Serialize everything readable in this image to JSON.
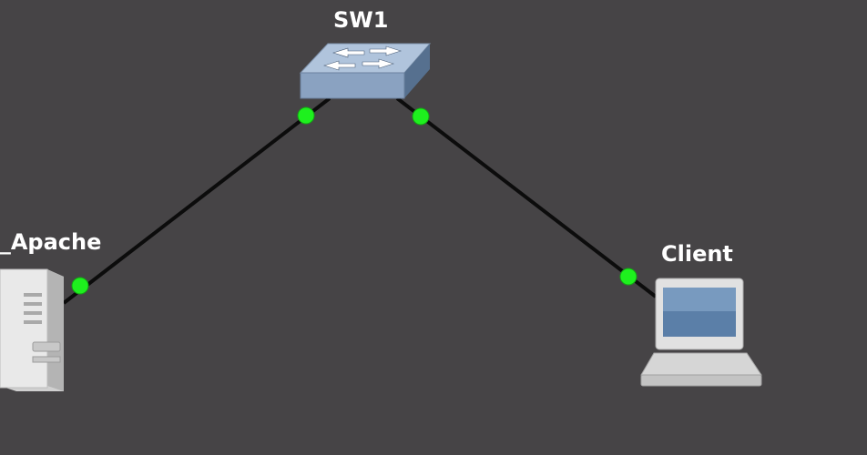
{
  "topology": {
    "nodes": [
      {
        "id": "sw1",
        "label": "SW1",
        "device": "ethernet-switch-icon"
      },
      {
        "id": "server",
        "label": "r_Apache",
        "device": "server-tower-icon"
      },
      {
        "id": "client",
        "label": "Client",
        "device": "laptop-computer-icon"
      }
    ],
    "links": [
      {
        "from": "sw1",
        "to": "server",
        "status": "up"
      },
      {
        "from": "sw1",
        "to": "client",
        "status": "up"
      }
    ]
  },
  "colors": {
    "canvas_background": "#464446",
    "link": "#0c0c0c",
    "status_up": "#1ef01e",
    "label_text": "#ffffff"
  }
}
